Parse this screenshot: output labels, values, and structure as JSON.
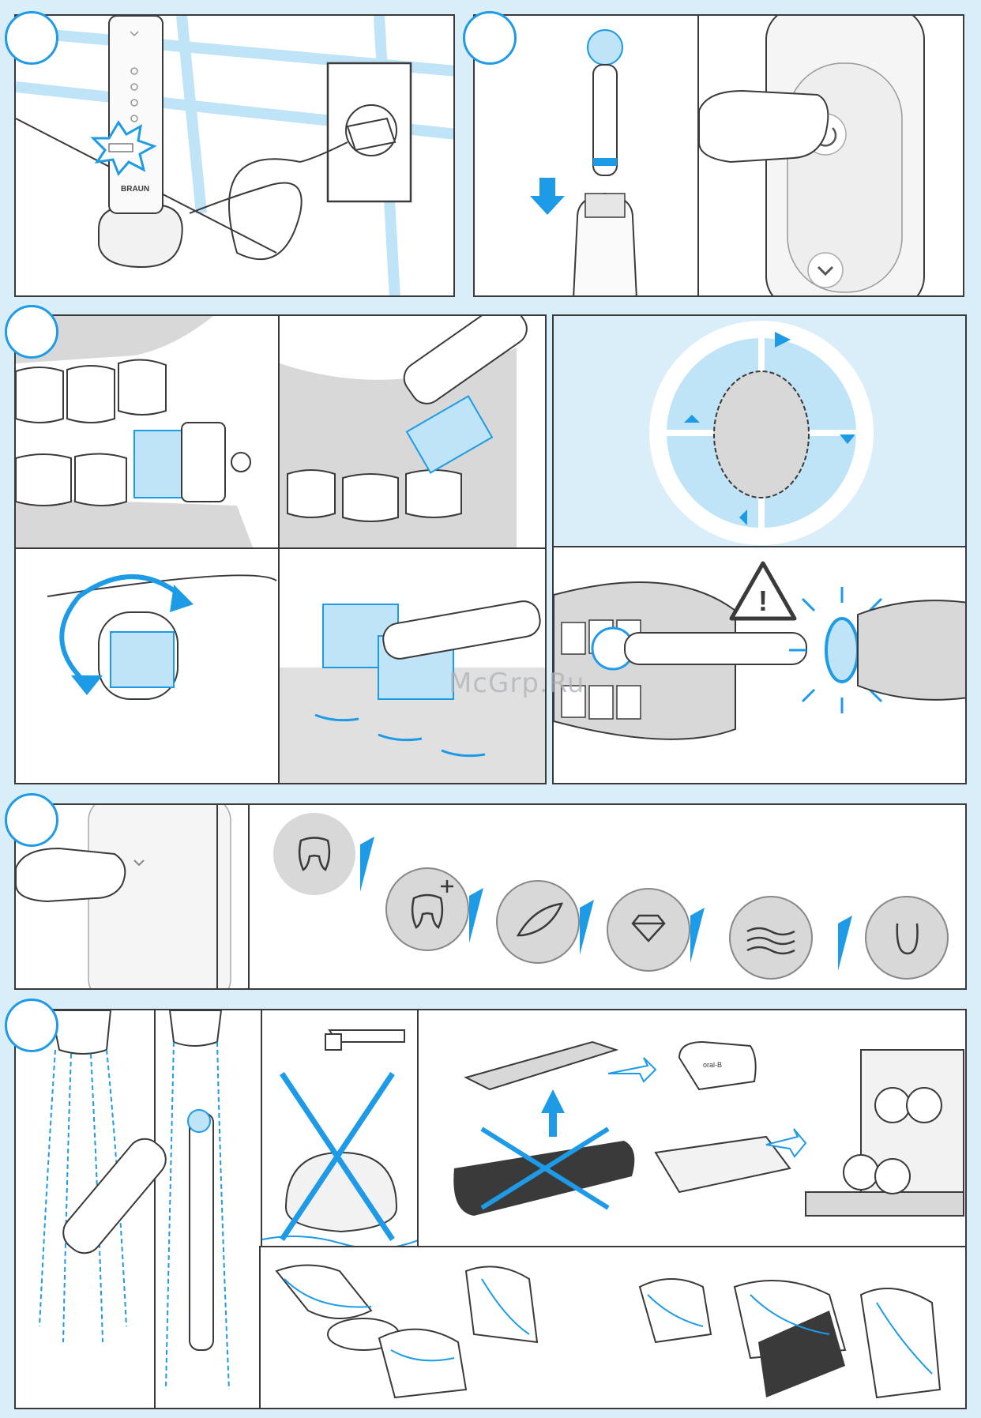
{
  "watermark": "McGrp.Ru",
  "brand_label": "BRAUN",
  "refill_tray_label": "oral-B",
  "colors": {
    "accent": "#1e9be6",
    "accent_light": "#bfe3f7",
    "background": "#d9eef9",
    "line": "#3a3a3a",
    "gray_fill": "#d8d8d8"
  },
  "steps": [
    {
      "section": "charging",
      "icons": [
        "wall-socket-icon",
        "charger-icon",
        "toothbrush-handle-icon",
        "flash-icon"
      ]
    },
    {
      "section": "attach-and-start",
      "icons": [
        "brush-head-icon",
        "down-arrow-icon",
        "power-button-icon",
        "chevron-down-icon"
      ]
    },
    {
      "section": "brushing-technique",
      "icons": [
        "mouth-icon",
        "quadrant-timer-icon",
        "rotation-arrow-icon",
        "warning-triangle-icon",
        "pressure-light-icon"
      ]
    },
    {
      "section": "brushing-modes",
      "icons": [
        "daily-clean-icon",
        "pro-clean-icon",
        "sensitive-icon",
        "whitening-icon",
        "gum-care-icon",
        "tongue-clean-icon"
      ]
    },
    {
      "section": "cleaning",
      "icons": [
        "faucet-icon",
        "no-water-icon",
        "travel-case-icon",
        "dishwasher-icon",
        "cloth-wipe-icon"
      ]
    }
  ]
}
